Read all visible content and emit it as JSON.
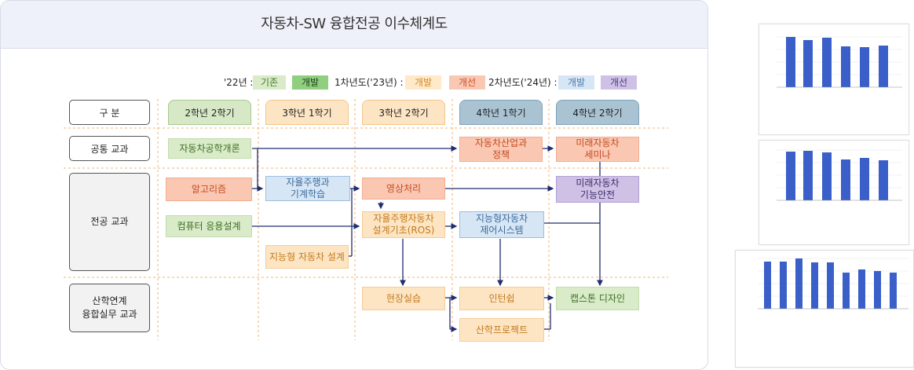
{
  "title": "자동차-SW 융합전공 이수체계도",
  "legend": {
    "y22_label": "'22년 :",
    "y22_keep": "기존",
    "y22_new": "개발",
    "y23_label": "1차년도('23년) :",
    "y23_dev": "개발",
    "y23_imp": "개선",
    "y24_label": "2차년도('24년) :",
    "y24_dev": "개발",
    "y24_imp": "개선"
  },
  "row_headers": {
    "division": "구 분",
    "common": "공통 교과",
    "major": "전공 교과",
    "industry": "산학연계\n융합실무 교과"
  },
  "semesters": [
    "2학년 2학기",
    "3학년 1학기",
    "3학년 2학기",
    "4학년 1학기",
    "4학년 2학기"
  ],
  "courses": {
    "intro_auto_eng": "자동차공학개론",
    "auto_industry_policy": "자동차산업과\n정책",
    "future_auto_seminar": "미래자동차\n세미나",
    "algorithm": "알고리즘",
    "autonomous_ml": "자율주행과\n기계학습",
    "image_processing": "영상처리",
    "future_auto_safety": "미래자동차\n기능안전",
    "computer_app_design": "컴퓨터 응용설계",
    "autonomous_design_ros": "자율주행자동차\n설계기초(ROS)",
    "smart_auto_control": "지능형자동차\n제어시스템",
    "smart_auto_design": "지능형 자동차 설계",
    "field_practice": "현장실습",
    "internship": "인턴쉽",
    "industry_project": "산학프로젝트",
    "capstone_design": "캡스톤 디자인"
  },
  "colors": {
    "existing": "#d9ebc9",
    "dev_2022": "#8fcf7f",
    "dev_2023": "#ffe9c9",
    "imp_2023": "#fac8b2",
    "dev_2024": "#d6e6f4",
    "imp_2024": "#cfc1e6",
    "arrow": "#1f2d6e"
  }
}
